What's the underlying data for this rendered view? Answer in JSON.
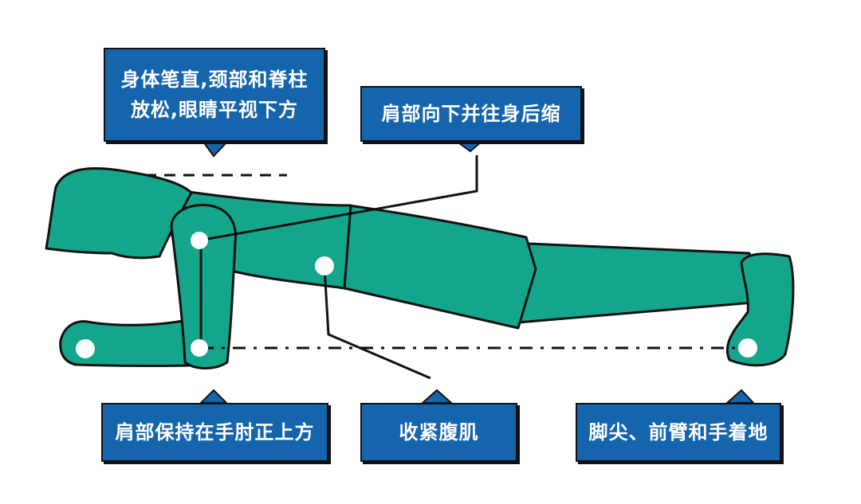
{
  "callouts": {
    "top_left_line1": "身体笔直,颈部和脊柱",
    "top_left_line2": "放松,眼睛平视下方",
    "top_right": "肩部向下并往身后缩",
    "bottom_left": "肩部保持在手肘正上方",
    "bottom_middle": "收紧腹肌",
    "bottom_right": "脚尖、前臂和手着地"
  },
  "colors": {
    "callout_fill": "#1565ad",
    "body_fill": "#14a68b",
    "outline": "#111111",
    "point_fill": "#ffffff"
  }
}
